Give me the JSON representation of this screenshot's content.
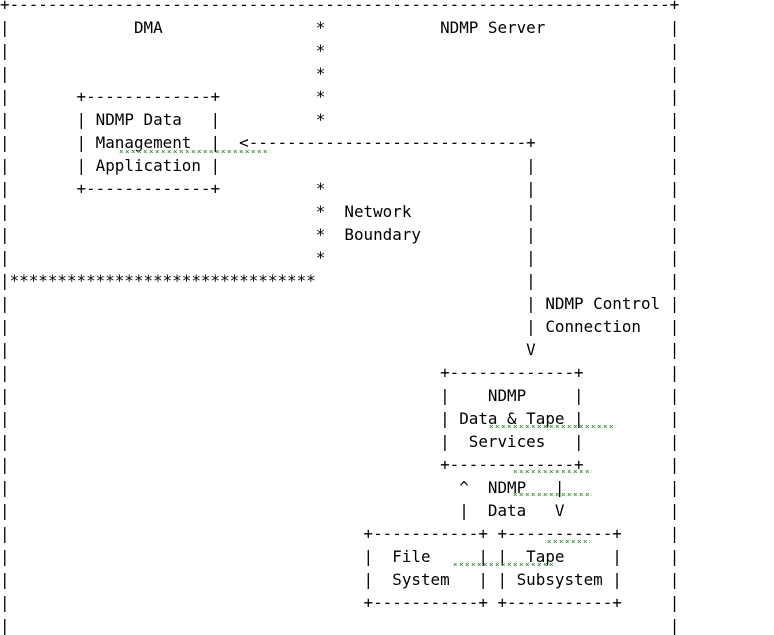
{
  "diagram": {
    "lines": [
      "+---------------------------------------------------------------------+",
      "|             DMA                *            NDMP Server             |",
      "|                                *                                    |",
      "|                                *                                    |",
      "|       +-------------+          *                                    |",
      "|       | NDMP Data   |          *                                    |",
      "|       | Management  |  <-----------------------------+              |",
      "|       | Application |                                |              |",
      "|       +-------------+          *                     |              |",
      "|                                *  Network            |              |",
      "|                                *  Boundary           |              |",
      "|                                *                     |              |",
      "|********************************                      |              |",
      "|                                                      | NDMP Control |",
      "|                                                      | Connection   |",
      "|                                                      V              |",
      "|                                             +-------------+         |",
      "|                                             |    NDMP     |         |",
      "|                                             | Data & Tape |         |",
      "|                                             |  Services   |         |",
      "|                                             +-------------+         |",
      "|                                               ^  NDMP   |           |",
      "|                                               |  Data   V           |",
      "|                                     +-----------+ +-----------+     |",
      "|                                     |  File     | |  Tape     |     |",
      "|                                     |  System   | | Subsystem |     |",
      "|                                     +-----------+ +-----------+     |",
      "|                                                                     |",
      "+---------------------------------------------------------------------+"
    ]
  }
}
